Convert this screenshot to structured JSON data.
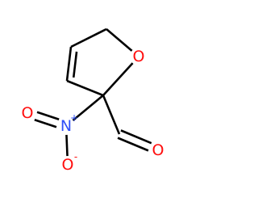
{
  "molecule": {
    "atoms": [
      {
        "id": "O1",
        "element": "O",
        "label": "O",
        "charge": "",
        "color": "#FF0D0D"
      },
      {
        "id": "C2",
        "element": "C",
        "label": "",
        "charge": "",
        "color": "#000000"
      },
      {
        "id": "C3",
        "element": "C",
        "label": "",
        "charge": "",
        "color": "#000000"
      },
      {
        "id": "C4",
        "element": "C",
        "label": "",
        "charge": "",
        "color": "#000000"
      },
      {
        "id": "C5",
        "element": "C",
        "label": "",
        "charge": "",
        "color": "#000000"
      },
      {
        "id": "N6",
        "element": "N",
        "label": "N",
        "charge": "+",
        "color": "#3050F8"
      },
      {
        "id": "O7",
        "element": "O",
        "label": "O",
        "charge": "",
        "color": "#FF0D0D"
      },
      {
        "id": "O8",
        "element": "O",
        "label": "O",
        "charge": "-",
        "color": "#FF0D0D"
      },
      {
        "id": "C9",
        "element": "C",
        "label": "",
        "charge": "",
        "color": "#000000"
      },
      {
        "id": "O10",
        "element": "O",
        "label": "O",
        "charge": "",
        "color": "#FF0D0D"
      }
    ],
    "bonds": [
      {
        "from": "O1",
        "to": "C2",
        "order": 1
      },
      {
        "from": "C2",
        "to": "C3",
        "order": 1
      },
      {
        "from": "C3",
        "to": "C4",
        "order": 2
      },
      {
        "from": "C4",
        "to": "C5",
        "order": 1
      },
      {
        "from": "C5",
        "to": "O1",
        "order": 1
      },
      {
        "from": "C5",
        "to": "N6",
        "order": 1
      },
      {
        "from": "N6",
        "to": "O7",
        "order": 2
      },
      {
        "from": "N6",
        "to": "O8",
        "order": 1
      },
      {
        "from": "C5",
        "to": "C9",
        "order": 1
      },
      {
        "from": "C9",
        "to": "O10",
        "order": 2
      }
    ]
  }
}
